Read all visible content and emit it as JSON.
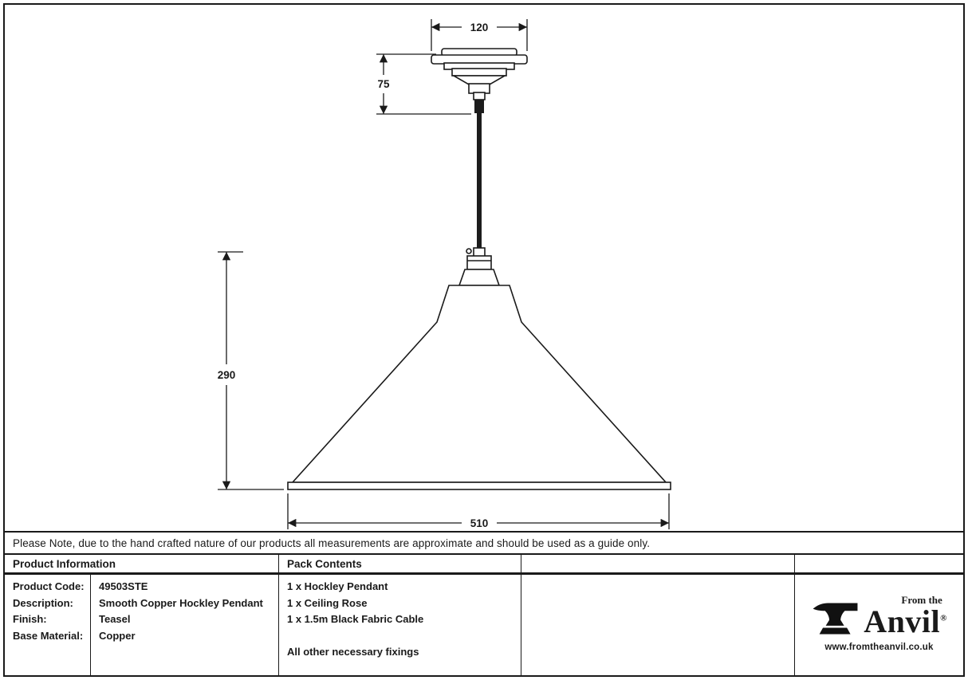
{
  "colors": {
    "ink": "#1a1a1a",
    "paper": "#ffffff"
  },
  "note": "Please Note, due to the hand crafted nature of our products all measurements are approximate and should be used as a guide only.",
  "drawing": {
    "rose_width": "120",
    "rose_height": "75",
    "shade_height": "290",
    "shade_diameter": "510"
  },
  "table": {
    "product_info": {
      "header": "Product Information",
      "rows": [
        {
          "label": "Product Code:",
          "value": "49503STE"
        },
        {
          "label": "Description:",
          "value": "Smooth Copper Hockley Pendant"
        },
        {
          "label": "Finish:",
          "value": "Teasel"
        },
        {
          "label": "Base Material:",
          "value": "Copper"
        }
      ]
    },
    "pack_contents": {
      "header": "Pack Contents",
      "items": [
        "1 x Hockley Pendant",
        "1 x Ceiling Rose",
        "1 x 1.5m Black Fabric Cable"
      ],
      "footer": "All other necessary fixings"
    }
  },
  "logo": {
    "tagline": "From the",
    "brand": "Anvil",
    "registered_mark": "®",
    "url": "www.fromtheanvil.co.uk"
  }
}
